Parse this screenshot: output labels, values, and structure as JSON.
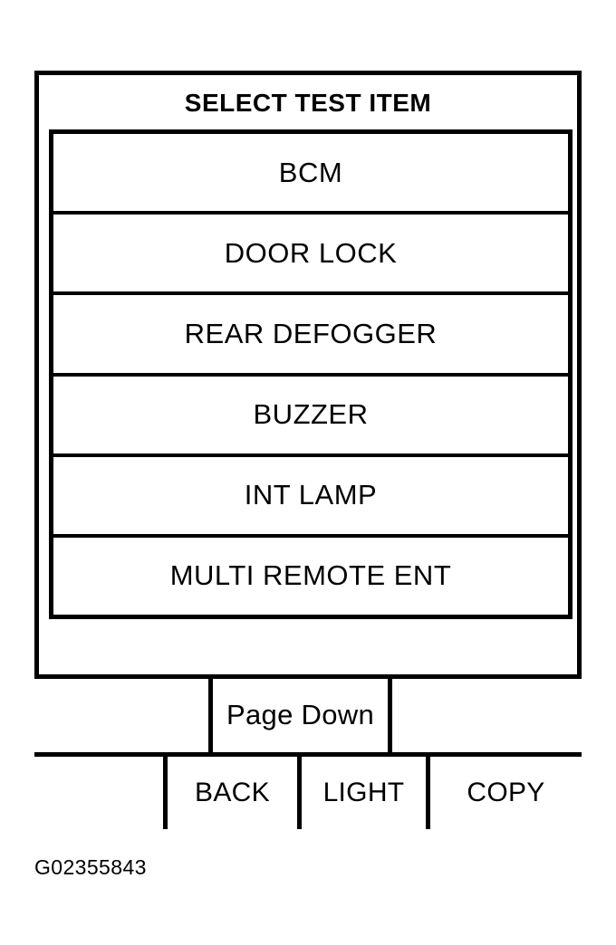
{
  "screen": {
    "title": "SELECT TEST ITEM",
    "test_items": [
      {
        "label": "BCM"
      },
      {
        "label": "DOOR LOCK"
      },
      {
        "label": "REAR DEFOGGER"
      },
      {
        "label": "BUZZER"
      },
      {
        "label": "INT LAMP"
      },
      {
        "label": "MULTI REMOTE ENT"
      }
    ],
    "softkeys": {
      "paging_row": [
        {
          "label": "",
          "blank": true
        },
        {
          "label": "Page Down",
          "blank": false
        },
        {
          "label": "",
          "blank": true
        }
      ],
      "function_row": [
        {
          "label": "",
          "blank": true
        },
        {
          "label": "BACK",
          "blank": false
        },
        {
          "label": "LIGHT",
          "blank": false
        },
        {
          "label": "COPY",
          "blank": false
        }
      ]
    }
  },
  "figure": {
    "caption": "G02355843"
  },
  "colors": {
    "ink": "#000000",
    "background": "#ffffff"
  }
}
